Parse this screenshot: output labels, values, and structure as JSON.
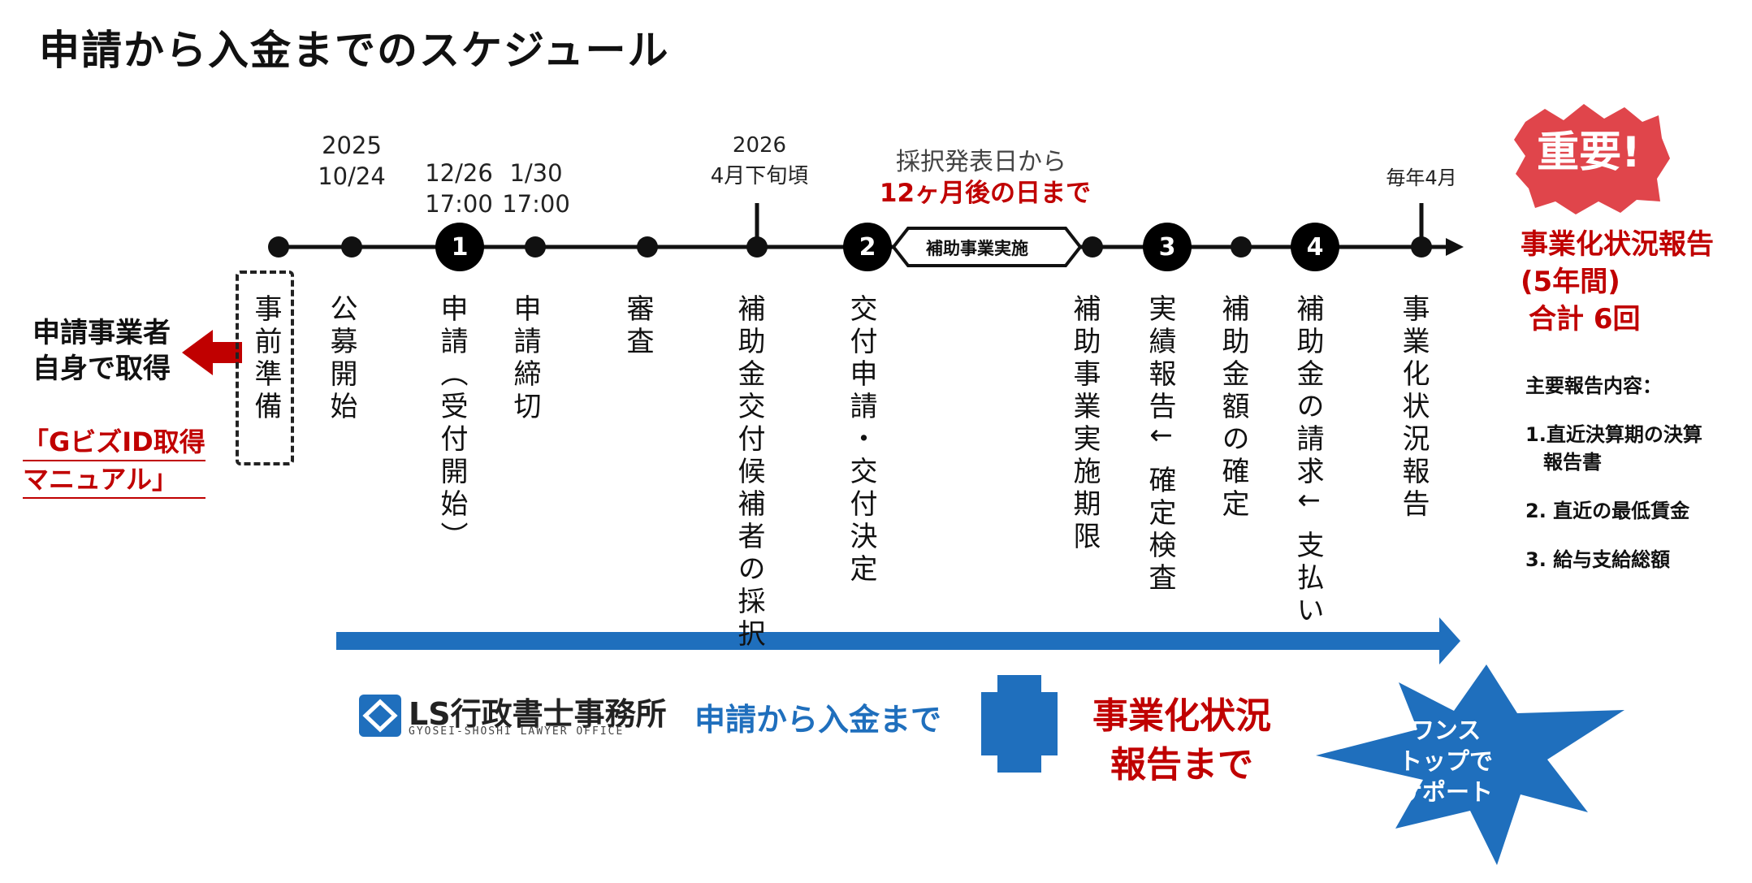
{
  "title": "申請から入金までのスケジュール",
  "dates": {
    "d1": "2025\n10/24",
    "d2": "12/26\n17:00",
    "d3": "1/30\n17:00",
    "d4": "2026\n4月下旬頃",
    "d5": "毎年4月"
  },
  "adoption_note": {
    "line1": "採択発表日から",
    "line2": "12ヶ月後の日まで"
  },
  "nodes": {
    "n1": "1",
    "n2": "2",
    "n3": "3",
    "n4": "4"
  },
  "hex_label": "補助事業実施",
  "labels": {
    "prep": "事前準備",
    "koubo": "公募開始",
    "shinsei": "申請（受付開始）",
    "shimekiri": "申請締切",
    "shinsa": "審査",
    "saitaku": "補助金交付候補者の採択",
    "koufu": "交付申請・交付決定",
    "kigen": "補助事業実施期限",
    "jisseki": "実績報告↓ 確定検査",
    "kakutei": "補助金額の確定",
    "seikyu": "補助金の請求↓ 支払い",
    "jigyoka": "事業化状況報告"
  },
  "applicant": {
    "line1": "申請事業者",
    "line2": "自身で取得"
  },
  "manual_link": {
    "line1": "「GビズID取得",
    "line2": "マニュアル」"
  },
  "important_badge": "重要!",
  "right_panel": {
    "title1": "事業化状況報告",
    "title2": "(5年間)",
    "title3": "合計 6回",
    "list_heading": "主要報告内容：",
    "items": [
      "1.直近決算期の決算",
      "報告書",
      "2. 直近の最低賃金",
      "3.  給与支給総額"
    ]
  },
  "logo": {
    "name": "LS行政書士事務所",
    "sub": "GYOSEI-SHOSHI LAWYER OFFICE"
  },
  "bottom": {
    "blue_text": "申請から入金まで",
    "red_line1": "事業化状況",
    "red_line2": "報告まで",
    "star_line1": "ワンス",
    "star_line2": "トップで",
    "star_line3": "サポート"
  },
  "colors": {
    "red": "#c00000",
    "blue": "#1f6fbd",
    "badge": "#e0454b",
    "black": "#000000"
  }
}
